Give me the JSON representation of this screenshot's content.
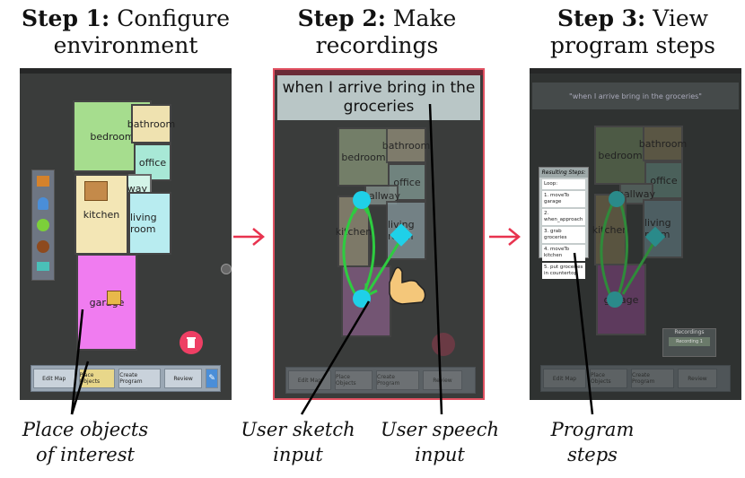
{
  "steps": [
    {
      "bold": "Step 1:",
      "rest_line1": "Configure",
      "line2": "environment"
    },
    {
      "bold": "Step 2:",
      "rest_line1": "Make",
      "line2": "recordings"
    },
    {
      "bold": "Step 3:",
      "rest_line1": "View",
      "line2": "program steps"
    }
  ],
  "captions": {
    "place_objects": [
      "Place objects",
      "of interest"
    ],
    "sketch": [
      "User sketch",
      "input"
    ],
    "speech": [
      "User speech",
      "input"
    ],
    "program": [
      "Program",
      "steps"
    ]
  },
  "rooms": {
    "bedroom": "bedroom",
    "bathroom": "bathroom",
    "office": "office",
    "hallway": "hallway",
    "kitchen": "kitchen",
    "living_room": "living room",
    "garage": "garage"
  },
  "toolbar": {
    "edit_map": "Edit Map",
    "place_objects": "Place Objects",
    "create_program": "Create Program",
    "review": "Review"
  },
  "speech_text": "when I arrive bring in the groceries",
  "panel3_speech": "\"when I arrive bring in the groceries\"",
  "program": {
    "header": "Resulting Steps:",
    "steps": [
      "Loop:",
      "1. moveTo garage",
      "2. when_approach",
      "3. grab groceries",
      "4. moveTo kitchen",
      "5. put groceries in countertop"
    ]
  },
  "recordings": {
    "title": "Recordings",
    "item": "Recording 1"
  },
  "colors": {
    "arrow": "#e8334f",
    "sketch": "#2ecc40",
    "waypoint": "#1fd0e8"
  }
}
